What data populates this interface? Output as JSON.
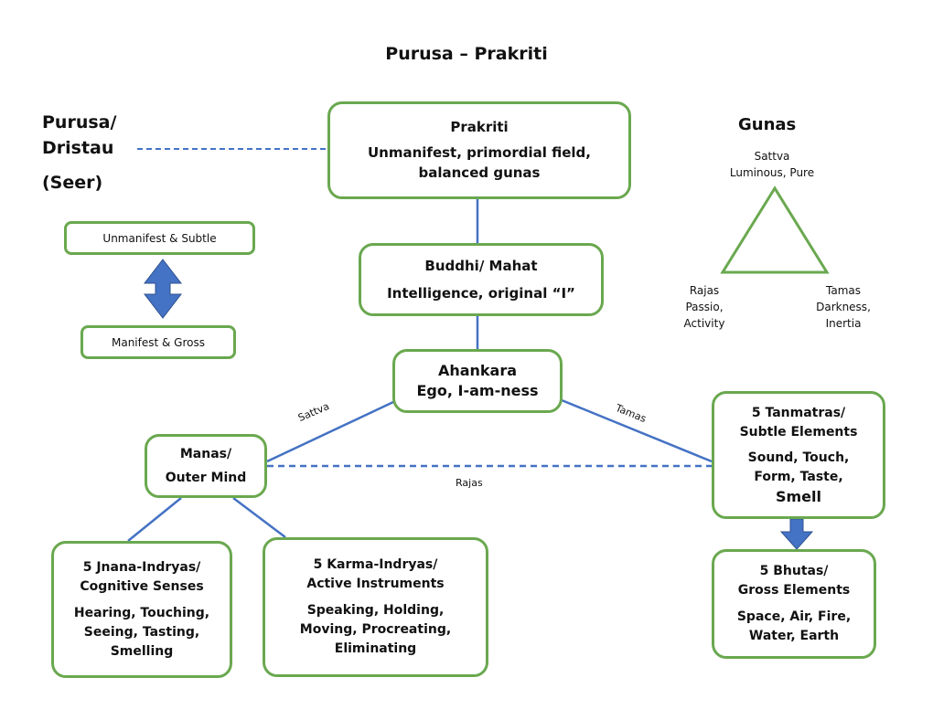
{
  "title": "Purusa – Prakriti",
  "purusa": {
    "line1": "Purusa/",
    "line2": "Dristau",
    "line3": "(Seer)"
  },
  "prakriti": {
    "title": "Prakriti",
    "line1": "Unmanifest, primordial field,",
    "line2": "balanced gunas"
  },
  "buddhi": {
    "title": "Buddhi/ Mahat",
    "line1": "Intelligence, original “I”"
  },
  "ahankara": {
    "line1": "Ahankara",
    "line2": "Ego, I-am-ness"
  },
  "manas": {
    "line1": "Manas/",
    "line2": "Outer Mind"
  },
  "legend": {
    "top": "Unmanifest & Subtle",
    "bottom": "Manifest & Gross"
  },
  "gunas": {
    "title": "Gunas",
    "sattva": {
      "line1": "Sattva",
      "line2": "Luminous, Pure"
    },
    "rajas": {
      "line1": "Rajas",
      "line2": "Passio,",
      "line3": "Activity"
    },
    "tamas": {
      "line1": "Tamas",
      "line2": "Darkness,",
      "line3": "Inertia"
    }
  },
  "edge_labels": {
    "sattva": "Sattva",
    "tamas": "Tamas",
    "rajas": "Rajas"
  },
  "tanmatras": {
    "title1": "5 Tanmatras/",
    "title2": "Subtle Elements",
    "line1": "Sound, Touch,",
    "line2": "Form, Taste,",
    "line3": "Smell"
  },
  "bhutas": {
    "title1": "5 Bhutas/",
    "title2": "Gross Elements",
    "line1": "Space, Air, Fire,",
    "line2": "Water, Earth"
  },
  "jnana": {
    "title1": "5 Jnana-Indryas/",
    "title2": "Cognitive Senses",
    "line1": "Hearing, Touching,",
    "line2": "Seeing, Tasting,",
    "line3": "Smelling"
  },
  "karma": {
    "title1": "5 Karma-Indryas/",
    "title2": "Active Instruments",
    "line1": "Speaking, Holding,",
    "line2": "Moving, Procreating,",
    "line3": "Eliminating"
  },
  "colors": {
    "box_border": "#6aa84f",
    "connector": "#4472c4",
    "arrow_fill": "#4472c4"
  }
}
